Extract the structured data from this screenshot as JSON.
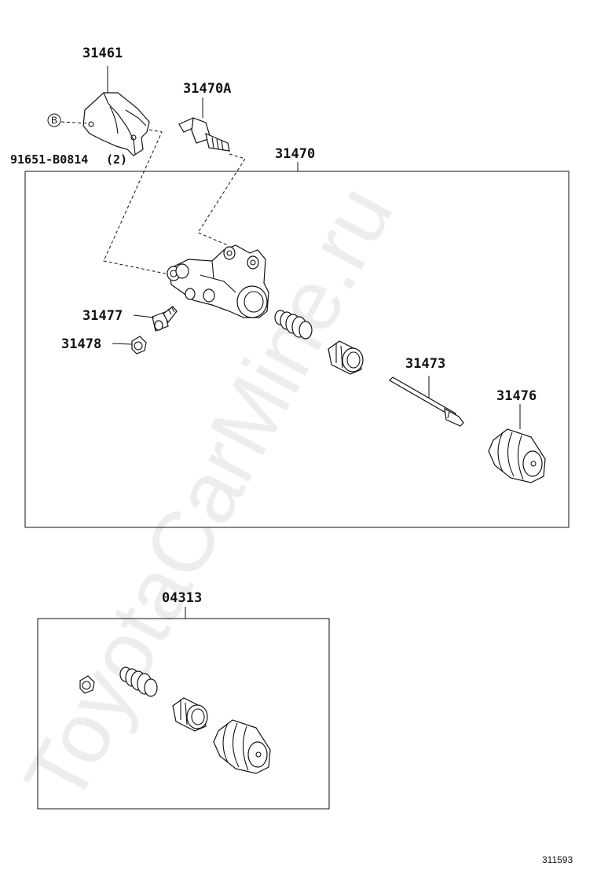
{
  "watermark": "ToyotaCarMine.ru",
  "figure_number": "311593",
  "parts": {
    "bracket": "31461",
    "bleeder_plug": "31470A",
    "cylinder_assy": "31470",
    "bolt_ref": "91651-B0814",
    "bolt_qty": "(2)",
    "bolt_marker": "B",
    "bleeder_screw": "31477",
    "bleeder_cap": "31478",
    "push_rod": "31473",
    "boot": "31476",
    "repair_kit": "04313"
  }
}
